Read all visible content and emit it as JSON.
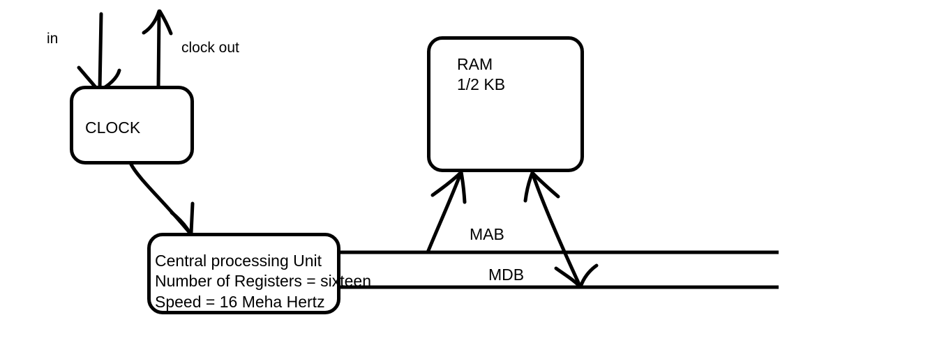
{
  "diagram": {
    "title": "Computer system block diagram",
    "stroke_color": "#000000",
    "background_color": "#ffffff",
    "nodes": [
      {
        "id": "clock",
        "label": "CLOCK",
        "lines": [
          "CLOCK"
        ],
        "shape": "rounded-rectangle"
      },
      {
        "id": "ram",
        "label": "RAM 1/2 KB",
        "lines": [
          "RAM",
          "1/2 KB"
        ],
        "shape": "rounded-rectangle"
      },
      {
        "id": "cpu",
        "label": "Central processing Unit",
        "lines": [
          "Central processing Unit",
          "Number of Registers = sixteen",
          "Speed = 16 Meha Hertz"
        ],
        "shape": "rounded-rectangle"
      }
    ],
    "labels": {
      "in": "in",
      "clock_out": "clock out",
      "mab": "MAB",
      "mdb": "MDB"
    },
    "buses": [
      {
        "id": "mab-bus",
        "name": "MAB"
      },
      {
        "id": "mdb-bus",
        "name": "MDB"
      }
    ],
    "connections": [
      {
        "from": "in",
        "to": "clock",
        "arrow": "single"
      },
      {
        "from": "clock",
        "to": "clock out",
        "arrow": "single"
      },
      {
        "from": "clock",
        "to": "cpu",
        "arrow": "single"
      },
      {
        "from": "mab-bus",
        "to": "ram",
        "arrow": "single"
      },
      {
        "from": "ram",
        "to": "mdb-bus",
        "arrow": "double"
      }
    ]
  }
}
